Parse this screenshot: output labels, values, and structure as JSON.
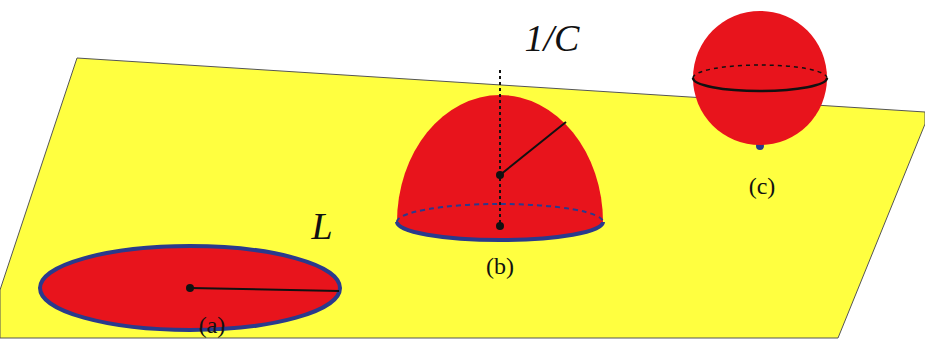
{
  "diagram": {
    "labels": [
      "L",
      "1/C",
      "(a)",
      "(b)",
      "(c)"
    ]
  }
}
